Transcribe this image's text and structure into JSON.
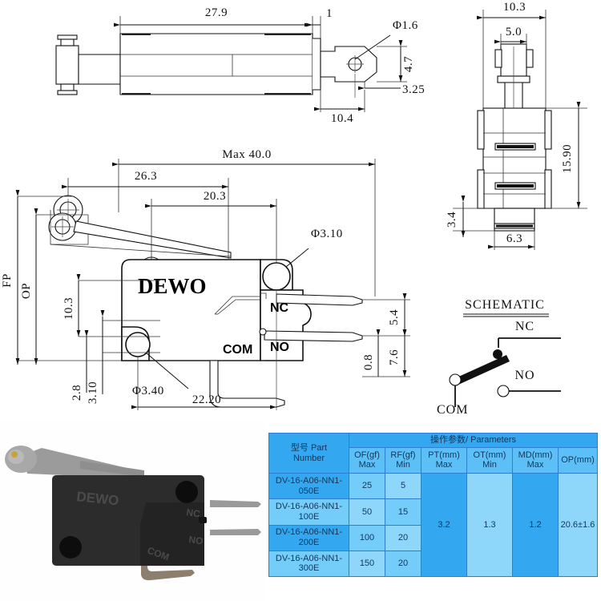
{
  "drawing": {
    "brand": "DEWO",
    "top_view": {
      "dims": [
        "27.9",
        "1",
        "Φ1.6",
        "4.7",
        "3.25",
        "10.4"
      ]
    },
    "side_view": {
      "dims": [
        "10.3",
        "5.0",
        "15.90",
        "3.4",
        "6.3"
      ]
    },
    "main_view": {
      "dims": [
        "Max  40.0",
        "26.3",
        "20.3",
        "Φ3.10",
        "Φ3.40",
        "10.3",
        "2.8",
        "3.10",
        "22.20",
        "5.4",
        "7.6",
        "0.8"
      ],
      "ref_labels": [
        "FP",
        "OP"
      ],
      "terminals": [
        "NC",
        "NO",
        "COM"
      ]
    },
    "schematic": {
      "title": "SCHEMATIC",
      "nc": "NC",
      "no": "NO",
      "com": "COM"
    }
  },
  "table": {
    "header": {
      "part_number": "型号 Part\nNumber",
      "part_number_cn": "型号",
      "part_number_en": "Part",
      "part_number_en2": "Number",
      "parameters": "操作参数/ Parameters",
      "cols": [
        {
          "l1": "OF(gf)",
          "l2": "Max"
        },
        {
          "l1": "RF(gf)",
          "l2": "Min"
        },
        {
          "l1": "PT(mm)",
          "l2": "Max"
        },
        {
          "l1": "OT(mm)",
          "l2": "Min"
        },
        {
          "l1": "MD(mm)",
          "l2": "Max"
        },
        {
          "l1": "OP(mm)",
          "l2": ""
        }
      ]
    },
    "rows": [
      {
        "part": "DV-16-A06-NN1-050E",
        "of": "25",
        "rf": "5"
      },
      {
        "part": "DV-16-A06-NN1-100E",
        "of": "50",
        "rf": "15"
      },
      {
        "part": "DV-16-A06-NN1-200E",
        "of": "100",
        "rf": "20"
      },
      {
        "part": "DV-16-A06-NN1-300E",
        "of": "150",
        "rf": "20"
      }
    ],
    "merged": {
      "pt": "3.2",
      "ot": "1.3",
      "md": "1.2",
      "op": "20.6±1.6"
    },
    "colors": {
      "header_dark": "#33a7ef",
      "header_light": "#5cc0f7",
      "cell_dark": "#33a7ef",
      "cell_light": "#74ccf9",
      "border": "#2f7fd0",
      "text": "#12365c"
    }
  },
  "photo": {
    "caption_brand": "DEWO",
    "terminals": [
      "NC",
      "NO",
      "COM"
    ]
  }
}
